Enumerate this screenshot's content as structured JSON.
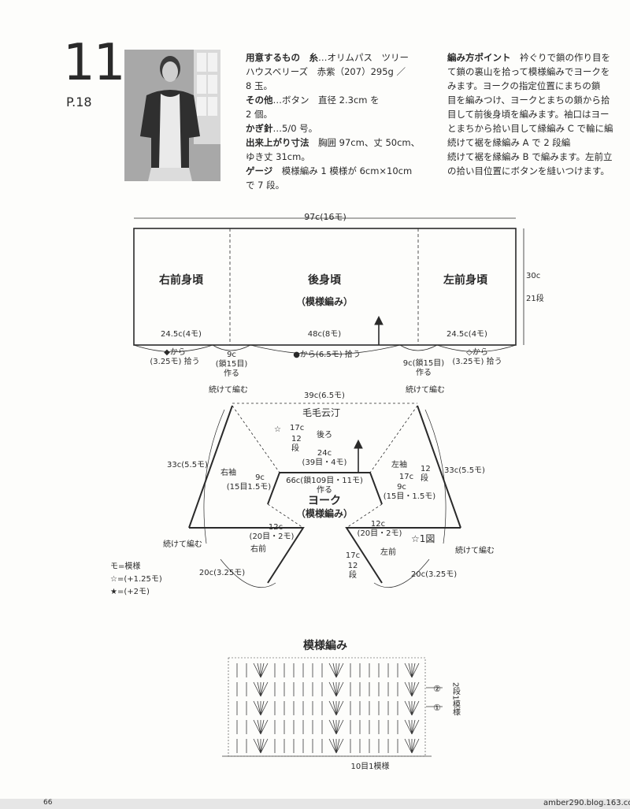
{
  "header": {
    "pattern_number": "11",
    "page_ref": "P.18"
  },
  "materials": {
    "lines": [
      {
        "bold": "用意するもの　糸",
        "text": "…オリムパス　ツリー"
      },
      {
        "bold": "",
        "text": "ハウスベリーズ　赤紫（207）295g ／"
      },
      {
        "bold": "",
        "text": "8 玉。"
      },
      {
        "bold": "その他",
        "text": "…ボタン　直径 2.3cm を"
      },
      {
        "bold": "",
        "text": "2 個。"
      },
      {
        "bold": "かぎ針",
        "text": "…5/0 号。"
      },
      {
        "bold": "出来上がり寸法",
        "text": "　胸囲 97cm、丈 50cm、"
      },
      {
        "bold": "",
        "text": "ゆき丈 31cm。"
      },
      {
        "bold": "ゲージ",
        "text": "　模様編み 1 模様が 6cm×10cm"
      },
      {
        "bold": "",
        "text": "で 7 段。"
      }
    ]
  },
  "points": {
    "title": "編み方ポイント",
    "lines": [
      "衿ぐりで鎖の作り目を",
      "て鎖の裏山を拾って模様編みでヨークを",
      "みます。ヨークの指定位置にまちの鎖",
      "目を編みつけ、ヨークとまちの鎖から拾",
      "目して前後身頃を編みます。袖口はヨー",
      "とまちから拾い目して縁編み C で輪に編",
      "続けて裾を縁編み A で 2 段編",
      "続けて裾を縁編み B で編みます。左前立",
      "の拾い目位置にボタンを縫いつけます。"
    ]
  },
  "body_diagram": {
    "width_label": "97c(16モ)",
    "height_label": "30c",
    "height_rows": "21段",
    "right_front": "右前身頃",
    "back": "後身頃",
    "back_sub": "（模様編み）",
    "left_front": "左前身頃",
    "front_width": "24.5c(4モ)",
    "back_width": "48c(8モ)",
    "front_width_r": "24.5c(4モ)",
    "pick_left": "◆から",
    "pick_left2": "(3.25モ) 拾う",
    "gusset_l1": "9c",
    "gusset_l2": "(鎖15目)",
    "gusset_l3": "作る",
    "pick_mid": "●から(6.5モ) 拾う",
    "gusset_r1": "9c(鎖15目)",
    "gusset_r2": "作る",
    "pick_right": "◇から",
    "pick_right2": "(3.25モ) 拾う"
  },
  "yoke_diagram": {
    "cont_l": "続けて編む",
    "cont_r": "続けて編む",
    "top_width": "39c(6.5モ)",
    "back_label": "後ろ",
    "watermark": "毛毛云汀",
    "star_l": "☆",
    "s17_l": "17c",
    "s12_l": "12",
    "s12_l2": "段",
    "s24": "24c",
    "s24b": "(39目・4モ)",
    "right_sleeve": "右袖",
    "left_sleeve": "左袖",
    "s33_l": "33c(5.5モ)",
    "s33_r": "33c(5.5モ)",
    "s9_l": "9c",
    "s15_l": "(15目1.5モ)",
    "s66": "66c(鎖109目・11モ)",
    "s66b": "作る",
    "s17_r": "17c",
    "s9_r": "9c",
    "s15_r": "(15目・1.5モ)",
    "s12r": "12",
    "s12r2": "段",
    "yoke": "ヨーク",
    "yoke_sub": "（模様編み）",
    "s12c_l": "12c",
    "s20_l": "(20目・2モ)",
    "right_front": "右前",
    "s12c_r": "12c",
    "s20_r": "(20目・2モ)",
    "left_front": "左前",
    "fig1": "☆1図",
    "cont_bl": "続けて編む",
    "cont_br": "続けて編む",
    "s17_b": "17c",
    "s12_b": "12",
    "s12_b2": "段",
    "s20c_l": "20c(3.25モ)",
    "s20c_r": "20c(3.25モ)",
    "legend1": "モ=模様",
    "legend2": "☆=(+1.25モ)",
    "legend3": "★=(+2モ)"
  },
  "stitch_chart": {
    "title": "模様編み",
    "row2": "②",
    "row1": "①",
    "rows_label": "2段1模様",
    "repeat": "10目1模様"
  },
  "footer": {
    "page_number": "66",
    "blog": "amber290.blog.163.com"
  }
}
